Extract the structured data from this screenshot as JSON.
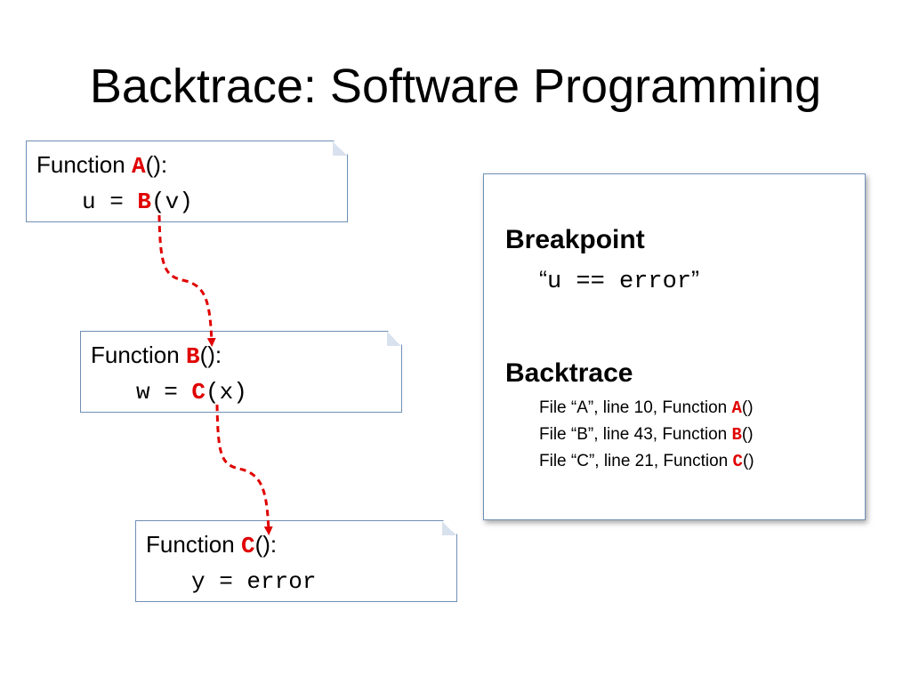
{
  "title": "Backtrace: Software Programming",
  "functions": [
    {
      "head_prefix": "Function ",
      "name": "A",
      "head_suffix": "():",
      "code_prefix": "u = ",
      "code_call": "B",
      "code_suffix": "(v)"
    },
    {
      "head_prefix": "Function ",
      "name": "B",
      "head_suffix": "():",
      "code_prefix": "w = ",
      "code_call": "C",
      "code_suffix": "(x)"
    },
    {
      "head_prefix": "Function ",
      "name": "C",
      "head_suffix": "():",
      "code_prefix": "y = error",
      "code_call": "",
      "code_suffix": ""
    }
  ],
  "breakpoint": {
    "heading": "Breakpoint",
    "open_quote": "“",
    "condition": "u == error",
    "close_quote": "”"
  },
  "backtrace": {
    "heading": "Backtrace",
    "frames": [
      {
        "text": "File “A”, line 10, Function ",
        "fn": "A",
        "suffix": "()"
      },
      {
        "text": "File “B”, line 43, Function ",
        "fn": "B",
        "suffix": "()"
      },
      {
        "text": "File “C”, line 21, Function ",
        "fn": "C",
        "suffix": "()"
      }
    ]
  },
  "colors": {
    "highlight": "#e00000",
    "box_border": "#6f8fb5",
    "arrow": "#e00000"
  }
}
